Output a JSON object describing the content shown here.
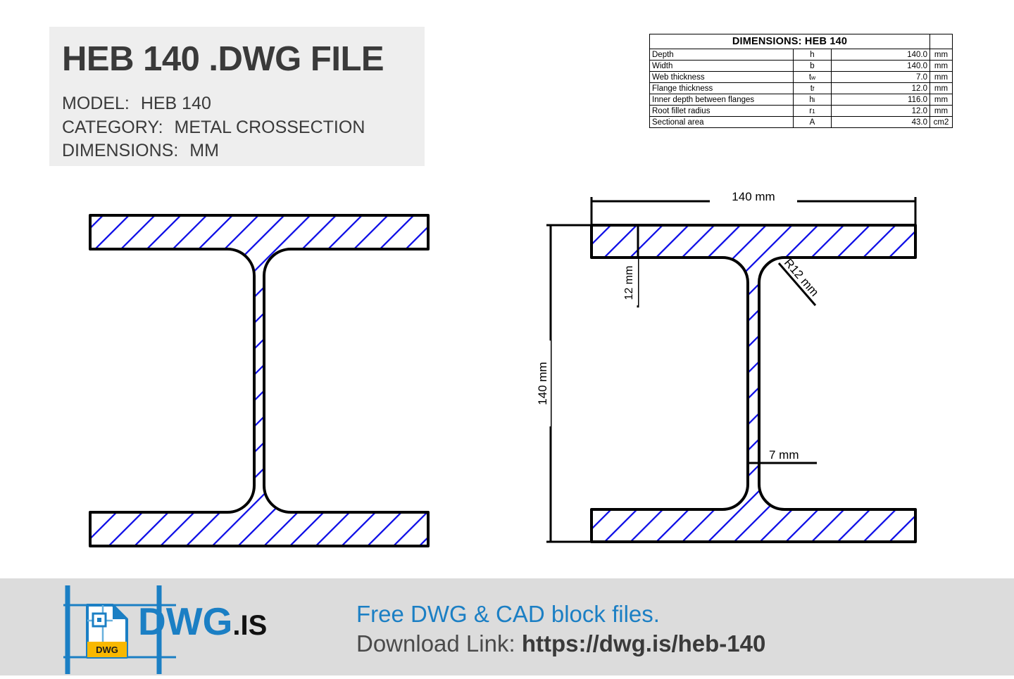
{
  "title_block": {
    "title": "HEB 140 .DWG FILE",
    "rows": [
      {
        "label": "MODEL:",
        "value": "HEB 140"
      },
      {
        "label": "CATEGORY:",
        "value": "METAL CROSSECTION"
      },
      {
        "label": "DIMENSIONS:",
        "value": "MM"
      }
    ]
  },
  "dimensions_table": {
    "header": "DIMENSIONS: HEB 140",
    "rows": [
      {
        "label": "Depth",
        "symbol": "h",
        "sub": "",
        "value": "140.0",
        "unit": "mm"
      },
      {
        "label": "Width",
        "symbol": "b",
        "sub": "",
        "value": "140.0",
        "unit": "mm"
      },
      {
        "label": "Web thickness",
        "symbol": "t",
        "sub": "w",
        "value": "7.0",
        "unit": "mm"
      },
      {
        "label": "Flange thickness",
        "symbol": "t",
        "sub": "f",
        "value": "12.0",
        "unit": "mm"
      },
      {
        "label": "Inner depth between flanges",
        "symbol": "h",
        "sub": "i",
        "value": "116.0",
        "unit": "mm"
      },
      {
        "label": "Root fillet radius",
        "symbol": "r",
        "sub": "1",
        "value": "12.0",
        "unit": "mm"
      },
      {
        "label": "Sectional area",
        "symbol": "A",
        "sub": "",
        "value": "43.0",
        "unit": "cm2"
      }
    ]
  },
  "drawing": {
    "section_outline_color": "#000000",
    "hatch_color": "#0a0ae6",
    "annotations": {
      "width": "140 mm",
      "depth": "140 mm",
      "flange_thickness": "12 mm",
      "web_thickness": "7 mm",
      "root_radius": "R12 mm"
    }
  },
  "footer": {
    "brand_main": "DWG",
    "brand_suffix": ".IS",
    "logo_badge": "DWG",
    "line1": "Free DWG & CAD block files.",
    "line2_label": "Download Link:",
    "line2_url": "https://dwg.is/heb-140",
    "brand_color": "#1b7fc4",
    "badge_color": "#f9b800"
  }
}
